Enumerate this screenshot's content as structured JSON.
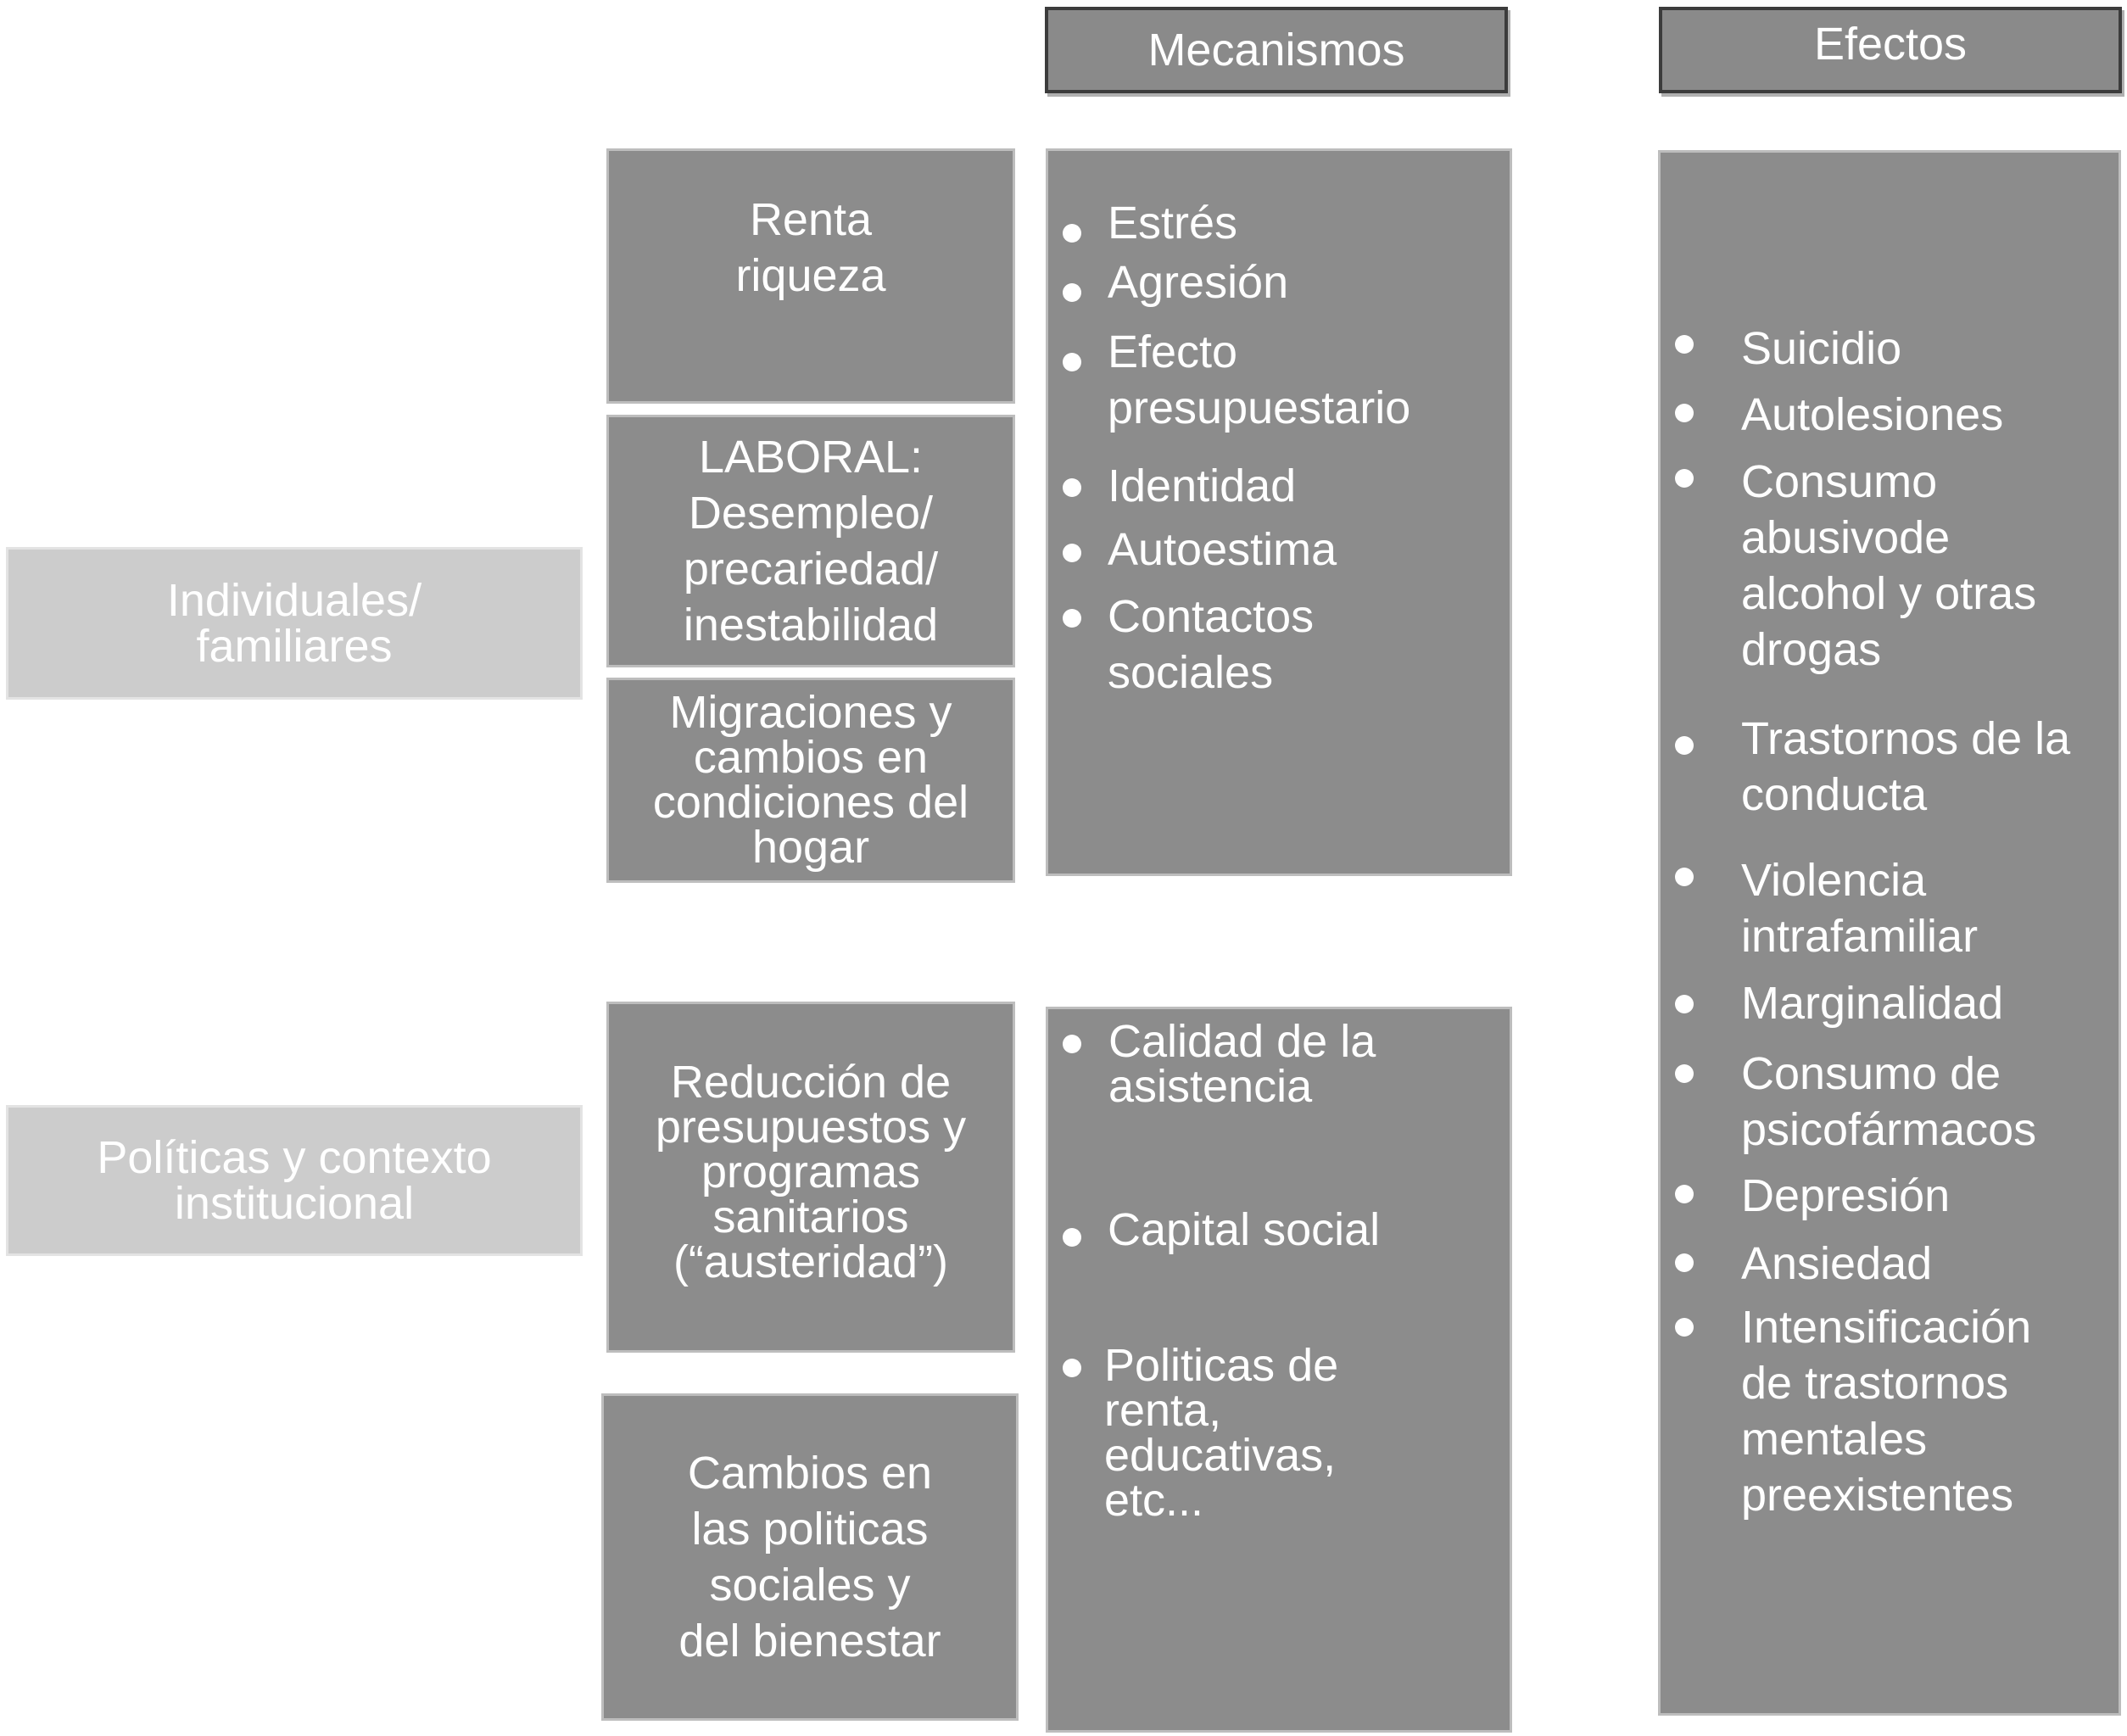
{
  "headers": {
    "mecanismos": "Mecanismos",
    "efectos": "Efectos"
  },
  "groups": [
    {
      "lines": [
        "Individuales/",
        "familiares"
      ]
    },
    {
      "lines": [
        "Políticas y contexto",
        "institucional"
      ]
    }
  ],
  "causes": [
    {
      "lines": [
        "Renta",
        "riqueza"
      ]
    },
    {
      "lines": [
        "LABORAL:",
        "Desempleo/",
        "precariedad/",
        "inestabilidad"
      ]
    },
    {
      "lines": [
        "Migraciones y",
        "cambios en",
        "condiciones del",
        "hogar"
      ]
    },
    {
      "lines": [
        "Reducción de",
        "presupuestos y",
        "programas",
        "sanitarios",
        "(“austeridad”)"
      ]
    },
    {
      "lines": [
        "Cambios en",
        "las politicas",
        "sociales y",
        "del bienestar"
      ]
    }
  ],
  "mechanisms_individual": [
    {
      "lines": [
        "Estrés"
      ]
    },
    {
      "lines": [
        "Agresión"
      ]
    },
    {
      "lines": [
        "Efecto",
        "presupuestario"
      ]
    },
    {
      "lines": [
        "Identidad"
      ]
    },
    {
      "lines": [
        "Autoestima"
      ]
    },
    {
      "lines": [
        "Contactos",
        "sociales"
      ]
    }
  ],
  "mechanisms_policy": [
    {
      "lines": [
        "Calidad de la",
        "asistencia"
      ]
    },
    {
      "lines": [
        "Capital social"
      ]
    },
    {
      "lines": [
        "Politicas de",
        "renta,",
        "educativas,",
        "etc..."
      ]
    }
  ],
  "effects": [
    {
      "lines": [
        "Suicidio"
      ]
    },
    {
      "lines": [
        "Autolesiones"
      ]
    },
    {
      "lines": [
        "Consumo",
        "abusivode",
        "alcohol y otras",
        "drogas"
      ]
    },
    {
      "lines": [
        "Trastornos de la",
        "conducta"
      ]
    },
    {
      "lines": [
        "Violencia",
        "intrafamiliar"
      ]
    },
    {
      "lines": [
        "Marginalidad"
      ]
    },
    {
      "lines": [
        "Consumo de",
        "psicofármacos"
      ]
    },
    {
      "lines": [
        "Depresión"
      ]
    },
    {
      "lines": [
        "Ansiedad"
      ]
    },
    {
      "lines": [
        "Intensificación",
        "de trastornos",
        "mentales",
        "preexistentes"
      ]
    }
  ]
}
